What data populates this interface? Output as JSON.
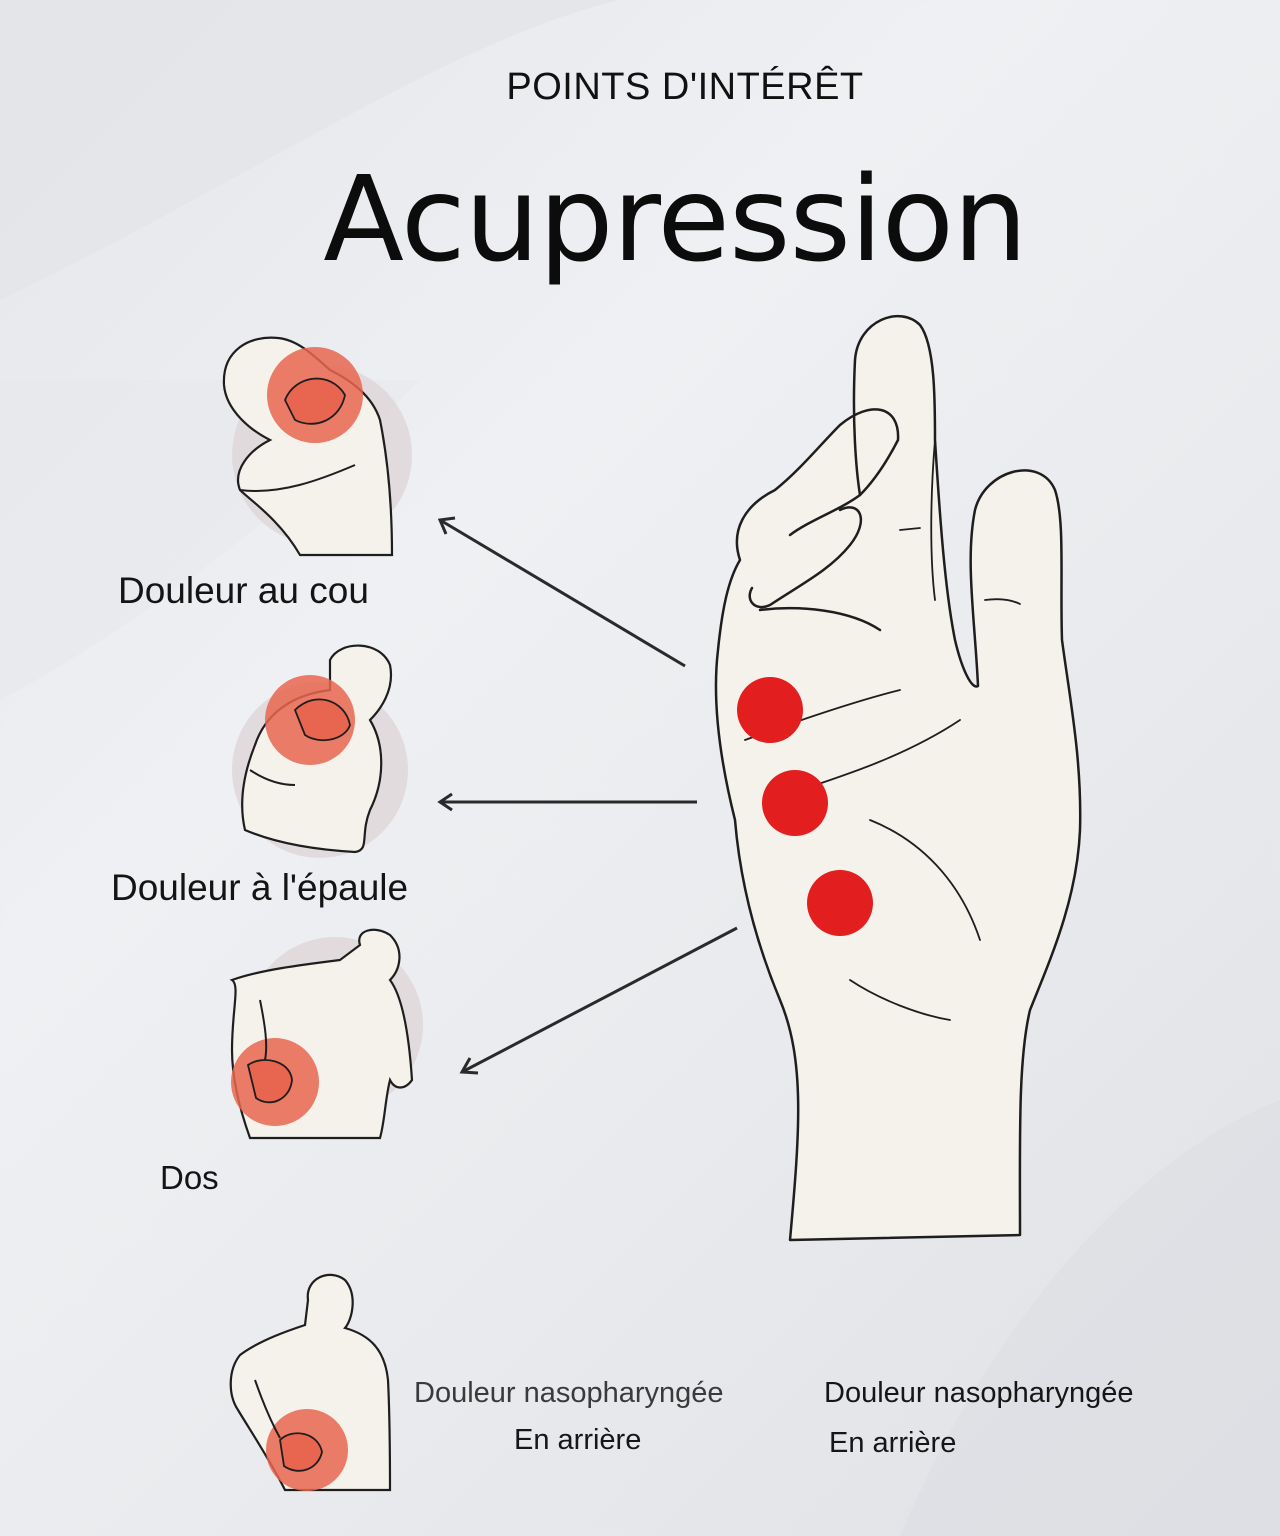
{
  "header": {
    "subtitle": "POINTS D'INTÉRÊT",
    "title": "Acupression"
  },
  "labels": {
    "neck": "Douleur au cou",
    "shoulder": "Douleur à l'épaule",
    "back": "Dos"
  },
  "captions": [
    {
      "line1": "Douleur nasopharyngée",
      "line2": "En arrière"
    },
    {
      "line1": "Douleur nasopharyngée",
      "line2": "En arrière"
    }
  ],
  "colors": {
    "pain_highlight": "#e8664f",
    "acupoint": "#e31e1e",
    "skin": "#f5f2ec"
  }
}
